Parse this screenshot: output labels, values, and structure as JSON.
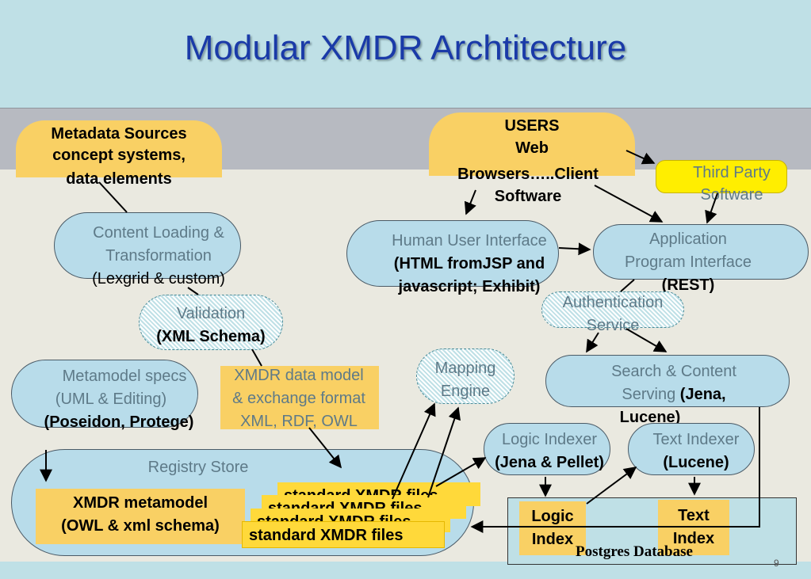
{
  "title": "Modular XMDR Archtitecture",
  "metadata_sources": [
    "Metadata Sources",
    "concept systems,",
    "data elements"
  ],
  "users": [
    "USERS",
    "Web",
    "Browsers…..Client",
    "Software"
  ],
  "third_party": [
    "Third Party",
    "Software"
  ],
  "content_loading": [
    "Content Loading &",
    "Transformation",
    "(Lexgrid & custom)"
  ],
  "human_ui": [
    "Human User Interface",
    "(HTML fromJSP and",
    "javascript; Exhibit)"
  ],
  "api": [
    "Application",
    "Program Interface",
    "(REST)"
  ],
  "validation": [
    "Validation",
    "(XML Schema)"
  ],
  "auth": [
    "Authentication",
    "Service"
  ],
  "metamodel_specs": [
    "Metamodel specs",
    "(UML & Editing)",
    "(Poseidon, Protege)"
  ],
  "xmdr_data_model": [
    "XMDR data model",
    "& exchange format",
    "XML, RDF, OWL"
  ],
  "mapping_engine": [
    "Mapping",
    "Engine"
  ],
  "search": [
    "Search & Content",
    "Serving",
    "(Jena,",
    "Lucene)"
  ],
  "logic_indexer": [
    "Logic Indexer",
    "(Jena & Pellet)"
  ],
  "text_indexer": [
    "Text Indexer",
    "(Lucene)"
  ],
  "registry_store": "Registry Store",
  "xmdr_metamodel": [
    "XMDR metamodel",
    "(OWL & xml schema)"
  ],
  "standard_files": "standard XMDR files",
  "logic_index": [
    "Logic",
    "Index"
  ],
  "text_index": [
    "Text",
    "Index"
  ],
  "postgres": "Postgres Database",
  "slide_number": "9",
  "colors": {
    "background": "#bfe0e6",
    "band": "#b7bac1",
    "panel": "#eae9e0",
    "pill_fill": "#b8dcea",
    "orange": "#f9d064",
    "file_yellow": "#ffd93a",
    "third_party": "#ffee00",
    "title": "#1a3aa8",
    "gray_text": "#5e7a88"
  }
}
